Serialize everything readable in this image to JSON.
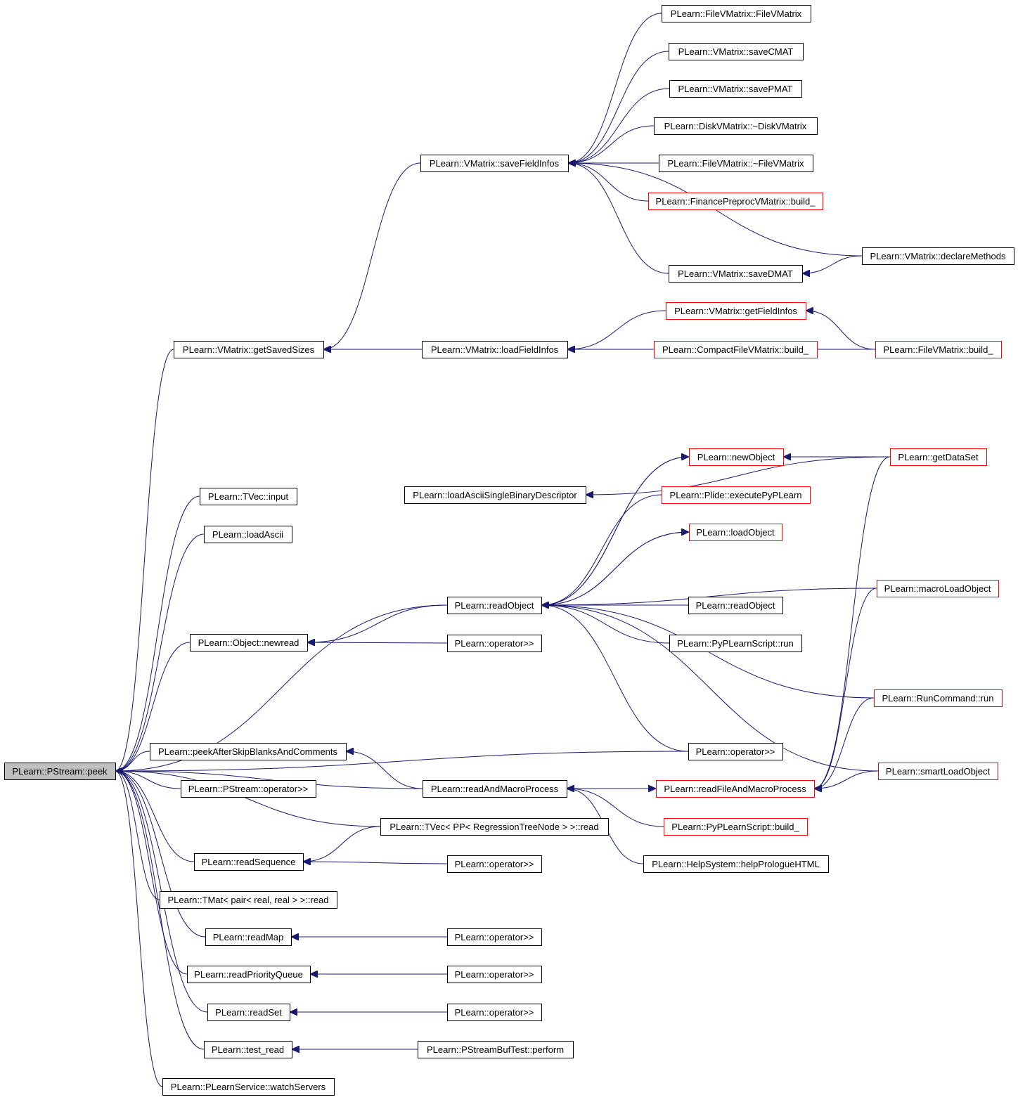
{
  "graph": {
    "nodes": [
      {
        "id": "peek",
        "label": "PLearn::PStream::peek",
        "style": "root"
      },
      {
        "id": "fvm_ctor",
        "label": "PLearn::FileVMatrix::FileVMatrix",
        "style": "normal"
      },
      {
        "id": "saveCMAT",
        "label": "PLearn::VMatrix::saveCMAT",
        "style": "normal"
      },
      {
        "id": "savePMAT",
        "label": "PLearn::VMatrix::savePMAT",
        "style": "normal"
      },
      {
        "id": "diskvm_dtor",
        "label": "PLearn::DiskVMatrix::~DiskVMatrix",
        "style": "normal"
      },
      {
        "id": "saveFieldInfos",
        "label": "PLearn::VMatrix::saveFieldInfos",
        "style": "normal"
      },
      {
        "id": "fvm_dtor",
        "label": "PLearn::FileVMatrix::~FileVMatrix",
        "style": "normal"
      },
      {
        "id": "finance_build",
        "label": "PLearn::FinancePreprocVMatrix::build_",
        "style": "truncated"
      },
      {
        "id": "declareMethods",
        "label": "PLearn::VMatrix::declareMethods",
        "style": "normal"
      },
      {
        "id": "saveDMAT",
        "label": "PLearn::VMatrix::saveDMAT",
        "style": "normal"
      },
      {
        "id": "getFieldInfos",
        "label": "PLearn::VMatrix::getFieldInfos",
        "style": "truncated"
      },
      {
        "id": "getSavedSizes",
        "label": "PLearn::VMatrix::getSavedSizes",
        "style": "normal"
      },
      {
        "id": "loadFieldInfos",
        "label": "PLearn::VMatrix::loadFieldInfos",
        "style": "normal"
      },
      {
        "id": "compact_build",
        "label": "PLearn::CompactFileVMatrix::build_",
        "style": "truncated"
      },
      {
        "id": "fvm_build",
        "label": "PLearn::FileVMatrix::build_",
        "style": "truncated"
      },
      {
        "id": "newObject",
        "label": "PLearn::newObject",
        "style": "truncated"
      },
      {
        "id": "getDataSet",
        "label": "PLearn::getDataSet",
        "style": "truncated"
      },
      {
        "id": "tvec_input",
        "label": "PLearn::TVec::input",
        "style": "normal"
      },
      {
        "id": "loadAsciiSBD",
        "label": "PLearn::loadAsciiSingleBinaryDescriptor",
        "style": "normal"
      },
      {
        "id": "executePyPLearn",
        "label": "PLearn::Plide::executePyPLearn",
        "style": "truncated"
      },
      {
        "id": "loadAscii",
        "label": "PLearn::loadAscii",
        "style": "normal"
      },
      {
        "id": "loadObject",
        "label": "PLearn::loadObject",
        "style": "truncated"
      },
      {
        "id": "macroLoadObject",
        "label": "PLearn::macroLoadObject",
        "style": "truncated"
      },
      {
        "id": "readObject",
        "label": "PLearn::readObject",
        "style": "normal"
      },
      {
        "id": "readObject2",
        "label": "PLearn::readObject",
        "style": "normal"
      },
      {
        "id": "newread",
        "label": "PLearn::Object::newread",
        "style": "normal"
      },
      {
        "id": "pypl_run",
        "label": "PLearn::PyPLearnScript::run",
        "style": "normal"
      },
      {
        "id": "op_newread",
        "label": "PLearn::operator>>",
        "style": "normal"
      },
      {
        "id": "runcmd_run",
        "label": "PLearn::RunCommand::run",
        "style": "truncated"
      },
      {
        "id": "op_readobj",
        "label": "PLearn::operator>>",
        "style": "normal"
      },
      {
        "id": "peekAfter",
        "label": "PLearn::peekAfterSkipBlanksAndComments",
        "style": "normal"
      },
      {
        "id": "smartLoadObject",
        "label": "PLearn::smartLoadObject",
        "style": "truncated"
      },
      {
        "id": "readAndMacroProcess",
        "label": "PLearn::readAndMacroProcess",
        "style": "normal"
      },
      {
        "id": "readFileAndMacroProcess",
        "label": "PLearn::readFileAndMacroProcess",
        "style": "truncated"
      },
      {
        "id": "pstream_op",
        "label": "PLearn::PStream::operator>>",
        "style": "normal"
      },
      {
        "id": "pypl_build",
        "label": "PLearn::PyPLearnScript::build_",
        "style": "truncated"
      },
      {
        "id": "tvec_rtn_read",
        "label": "PLearn::TVec< PP< RegressionTreeNode > >::read",
        "style": "normal"
      },
      {
        "id": "readSequence",
        "label": "PLearn::readSequence",
        "style": "normal"
      },
      {
        "id": "helpPrologue",
        "label": "PLearn::HelpSystem::helpPrologueHTML",
        "style": "normal"
      },
      {
        "id": "op_seq",
        "label": "PLearn::operator>>",
        "style": "normal"
      },
      {
        "id": "tmat_read",
        "label": "PLearn::TMat< pair< real, real > >::read",
        "style": "normal"
      },
      {
        "id": "readMap",
        "label": "PLearn::readMap",
        "style": "normal"
      },
      {
        "id": "op_map",
        "label": "PLearn::operator>>",
        "style": "normal"
      },
      {
        "id": "readPQ",
        "label": "PLearn::readPriorityQueue",
        "style": "normal"
      },
      {
        "id": "op_pq",
        "label": "PLearn::operator>>",
        "style": "normal"
      },
      {
        "id": "readSet",
        "label": "PLearn::readSet",
        "style": "normal"
      },
      {
        "id": "op_set",
        "label": "PLearn::operator>>",
        "style": "normal"
      },
      {
        "id": "test_read",
        "label": "PLearn::test_read",
        "style": "normal"
      },
      {
        "id": "perform",
        "label": "PLearn::PStreamBufTest::perform",
        "style": "normal"
      },
      {
        "id": "watchServers",
        "label": "PLearn::PLearnService::watchServers",
        "style": "normal"
      }
    ],
    "edges": [
      {
        "from": "getSavedSizes",
        "to": "peek"
      },
      {
        "from": "tvec_input",
        "to": "peek"
      },
      {
        "from": "loadAscii",
        "to": "peek"
      },
      {
        "from": "readObject",
        "to": "peek"
      },
      {
        "from": "newread",
        "to": "peek"
      },
      {
        "from": "op_readobj",
        "to": "peek"
      },
      {
        "from": "readAndMacroProcess",
        "to": "peek"
      },
      {
        "from": "peekAfter",
        "to": "peek"
      },
      {
        "from": "pstream_op",
        "to": "peek"
      },
      {
        "from": "tvec_rtn_read",
        "to": "peek"
      },
      {
        "from": "readSequence",
        "to": "peek"
      },
      {
        "from": "tmat_read",
        "to": "peek"
      },
      {
        "from": "readMap",
        "to": "peek"
      },
      {
        "from": "readPQ",
        "to": "peek"
      },
      {
        "from": "readSet",
        "to": "peek"
      },
      {
        "from": "test_read",
        "to": "peek"
      },
      {
        "from": "watchServers",
        "to": "peek"
      },
      {
        "from": "saveFieldInfos",
        "to": "getSavedSizes"
      },
      {
        "from": "loadFieldInfos",
        "to": "getSavedSizes"
      },
      {
        "from": "fvm_ctor",
        "to": "saveFieldInfos"
      },
      {
        "from": "saveCMAT",
        "to": "saveFieldInfos"
      },
      {
        "from": "savePMAT",
        "to": "saveFieldInfos"
      },
      {
        "from": "diskvm_dtor",
        "to": "saveFieldInfos"
      },
      {
        "from": "fvm_dtor",
        "to": "saveFieldInfos"
      },
      {
        "from": "finance_build",
        "to": "saveFieldInfos"
      },
      {
        "from": "declareMethods",
        "to": "saveFieldInfos"
      },
      {
        "from": "saveDMAT",
        "to": "saveFieldInfos"
      },
      {
        "from": "declareMethods",
        "to": "saveDMAT"
      },
      {
        "from": "getFieldInfos",
        "to": "loadFieldInfos"
      },
      {
        "from": "compact_build",
        "to": "loadFieldInfos"
      },
      {
        "from": "fvm_build",
        "to": "loadFieldInfos"
      },
      {
        "from": "fvm_build",
        "to": "getFieldInfos"
      },
      {
        "from": "getDataSet",
        "to": "loadAsciiSBD"
      },
      {
        "from": "getDataSet",
        "to": "newObject"
      },
      {
        "from": "newObject",
        "to": "readObject"
      },
      {
        "from": "readObject",
        "to": "newObject"
      },
      {
        "from": "executePyPLearn",
        "to": "readObject"
      },
      {
        "from": "loadObject",
        "to": "readObject"
      },
      {
        "from": "readObject",
        "to": "loadObject"
      },
      {
        "from": "macroLoadObject",
        "to": "readObject"
      },
      {
        "from": "readObject2",
        "to": "readObject"
      },
      {
        "from": "pypl_run",
        "to": "readObject"
      },
      {
        "from": "runcmd_run",
        "to": "readObject"
      },
      {
        "from": "op_readobj",
        "to": "readObject"
      },
      {
        "from": "smartLoadObject",
        "to": "readObject"
      },
      {
        "from": "readObject",
        "to": "newread"
      },
      {
        "from": "op_newread",
        "to": "newread"
      },
      {
        "from": "readAndMacroProcess",
        "to": "peekAfter"
      },
      {
        "from": "readFileAndMacroProcess",
        "to": "readAndMacroProcess"
      },
      {
        "from": "readAndMacroProcess",
        "to": "readFileAndMacroProcess"
      },
      {
        "from": "pypl_build",
        "to": "readAndMacroProcess"
      },
      {
        "from": "helpPrologue",
        "to": "readAndMacroProcess"
      },
      {
        "from": "getDataSet",
        "to": "readFileAndMacroProcess"
      },
      {
        "from": "macroLoadObject",
        "to": "readFileAndMacroProcess"
      },
      {
        "from": "runcmd_run",
        "to": "readFileAndMacroProcess"
      },
      {
        "from": "smartLoadObject",
        "to": "readFileAndMacroProcess"
      },
      {
        "from": "tvec_rtn_read",
        "to": "readSequence"
      },
      {
        "from": "op_seq",
        "to": "readSequence"
      },
      {
        "from": "op_map",
        "to": "readMap"
      },
      {
        "from": "op_pq",
        "to": "readPQ"
      },
      {
        "from": "op_set",
        "to": "readSet"
      },
      {
        "from": "perform",
        "to": "test_read"
      }
    ]
  }
}
